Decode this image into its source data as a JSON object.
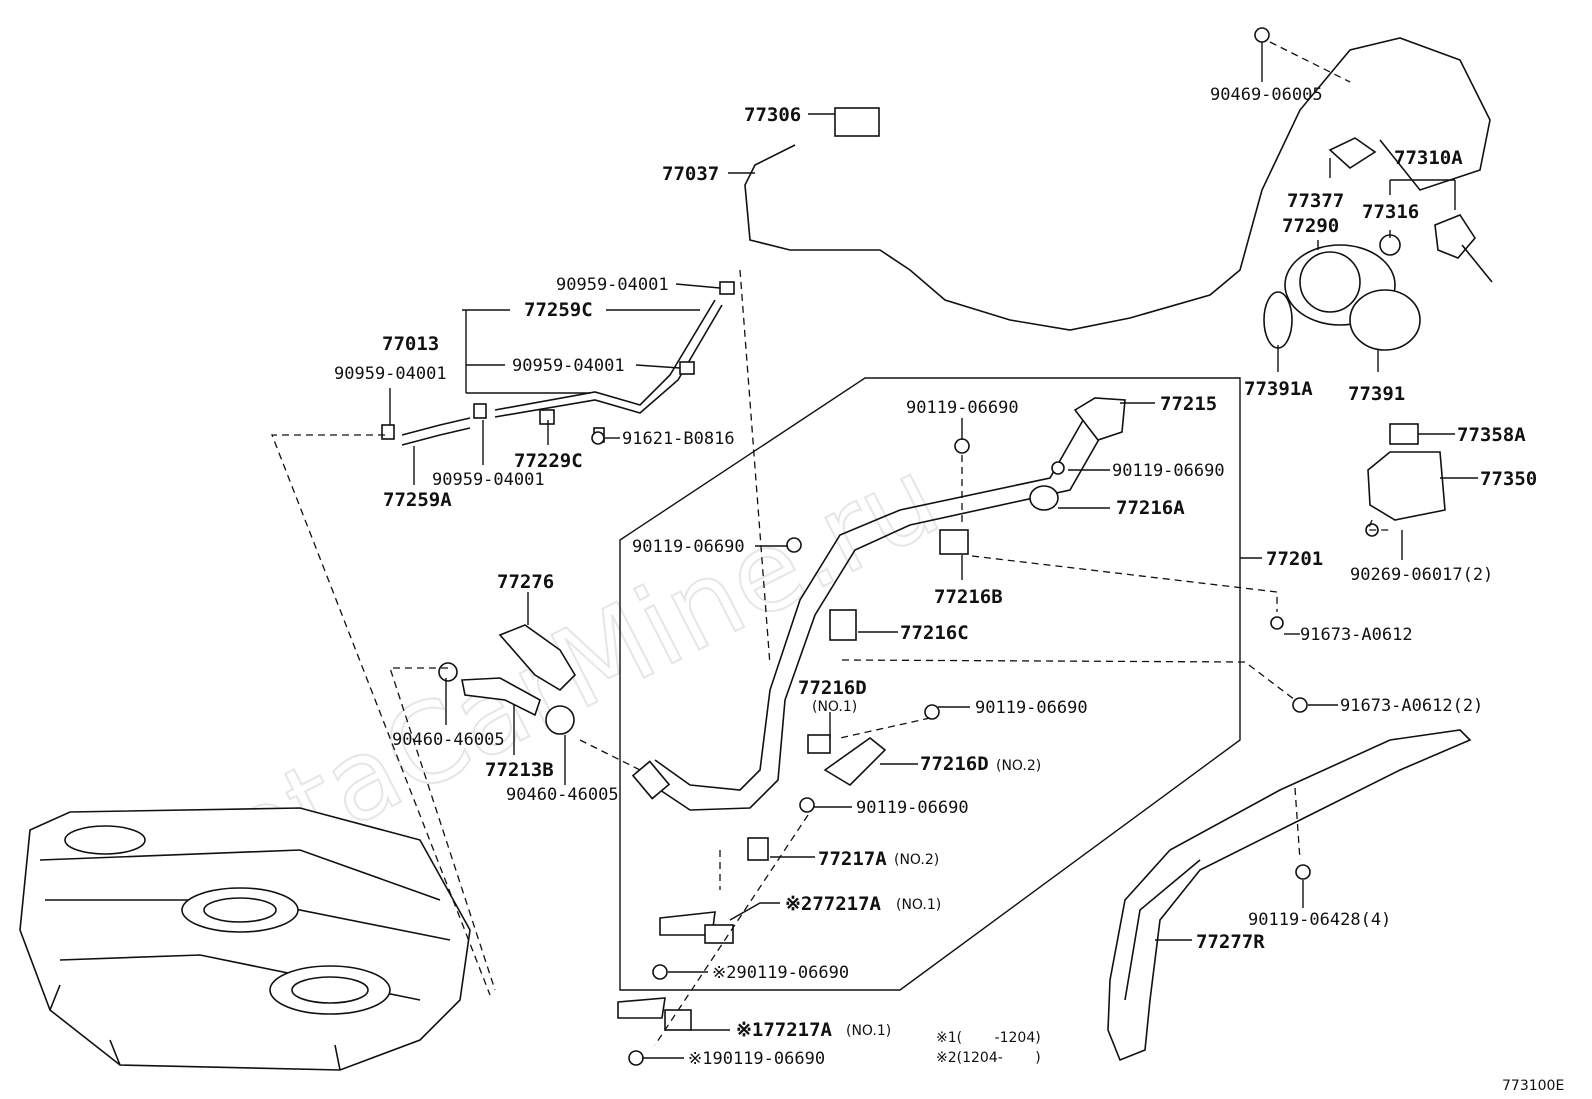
{
  "watermark": "ToyotaCarMine.ru",
  "diagram_code": "773100E",
  "notes": {
    "note1": "※1(　　 -1204)",
    "note2": "※2(1204-　　 )"
  },
  "labels": {
    "p77306": "77306",
    "p77037": "77037",
    "p90469": "90469-06005",
    "p77377": "77377",
    "p77310a": "77310A",
    "p77290": "77290",
    "p77316": "77316",
    "p77391a": "77391A",
    "p77391": "77391",
    "p90959a": "90959-04001",
    "p77259c": "77259C",
    "p77013": "77013",
    "p90959b": "90959-04001",
    "p90959c": "90959-04001",
    "p77229c": "77229C",
    "p91621": "91621-B0816",
    "p90959d": "90959-04001",
    "p77259a": "77259A",
    "p90119a": "90119-06690",
    "p77215": "77215",
    "p90119b": "90119-06690",
    "p77216a": "77216A",
    "p77358a": "77358A",
    "p77350": "77350",
    "p90269": "90269-06017(2)",
    "p90119c": "90119-06690",
    "p77201": "77201",
    "p77216b": "77216B",
    "p77276": "77276",
    "p77216c": "77216C",
    "p91673a": "91673-A0612",
    "p77216d1": "77216D",
    "p77216d1_sub": "(NO.1)",
    "p91673b": "91673-A0612(2)",
    "p90119d": "90119-06690",
    "p90460a": "90460-46005",
    "p77213b": "77213B",
    "p77216d2": "77216D",
    "p77216d2_sub": "(NO.2)",
    "p90460b": "90460-46005",
    "p90119e": "90119-06690",
    "p77217a2": "77217A",
    "p77217a2_sub": "(NO.2)",
    "p90119f": "90119-06428(4)",
    "p77217a_n1_2": "※277217A",
    "p77217a_n1_2_sub": "(NO.1)",
    "p77277r": "77277R",
    "p90119g": "※290119-06690",
    "p77217a_n1_1": "※177217A",
    "p77217a_n1_1_sub": "(NO.1)",
    "p90119h": "※190119-06690"
  }
}
